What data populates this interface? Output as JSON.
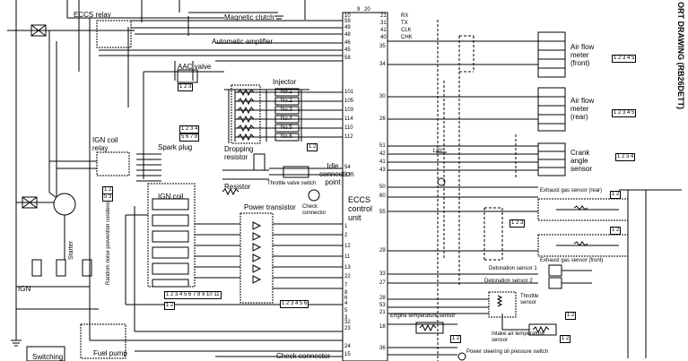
{
  "top_labels": {
    "eccs_relay": "ECCS relay",
    "magnetic_clutch": "Magnetic clutch",
    "automatic_amplifier": "Automatic amplifier",
    "aac_valve": "AAC valve",
    "injector": "Injector",
    "dropping_resistor": "Dropping resistor",
    "ign_coil_relay": "IGN coil relay",
    "spark_plug": "Spark plug",
    "ign_coil": "IGN coil",
    "resistor": "Resistor",
    "throttle_valve_switch": "Throttle valve switch",
    "check_connector": "Check connector",
    "check_connector_bottom": "Check connector",
    "power_transistor": "Power transistor",
    "starter": "Starter",
    "random_noise": "Random noise prevention condenser",
    "ign": "IGN",
    "switching": "Switching",
    "fuel_pump": "Fuel pump",
    "idle_connection_point": "Idle connection point",
    "eccs_control_unit": "ECCS control unit",
    "top_right_fragment": "ORT DRAWING (RB26DETT)"
  },
  "injectors": [
    "No.1",
    "No.2",
    "No.3",
    "No.4",
    "No.5",
    "No.6"
  ],
  "ecu_left_pins": [
    "10",
    "59",
    "49",
    "48",
    "46",
    "45",
    "58",
    "101",
    "105",
    "103",
    "114",
    "110",
    "112",
    "54",
    "57",
    "1",
    "2",
    "12",
    "11",
    "13",
    "22",
    "7",
    "8",
    "6",
    "4",
    "5",
    "3",
    "32",
    "23",
    "24",
    "15"
  ],
  "ecu_top_pins": {
    "a": "9",
    "b": "20"
  },
  "ecu_right_pins": [
    {
      "n": "21",
      "label": "RX"
    },
    {
      "n": "31",
      "label": "TX"
    },
    {
      "n": "41",
      "label": "CLK"
    },
    {
      "n": "40",
      "label": "CHK"
    }
  ],
  "ecu_right_numbers": [
    "35",
    "34",
    "30",
    "26",
    "51",
    "42",
    "41",
    "43",
    "50",
    "60",
    "55",
    "29",
    "33",
    "27",
    "28",
    "53",
    "21",
    "18",
    "36"
  ],
  "sensors": {
    "afm_front": "Air flow meter (front)",
    "afm_rear": "Air flow meter (rear)",
    "crank_angle": "Crank angle sensor",
    "exhaust_rear": "Exhaust gas sensor (rear)",
    "exhaust_front": "Exhaust gas sensor (front)",
    "det1": "Detonation sensor 1",
    "det2": "Detonation sensor 2",
    "throttle_sensor": "Throttle sensor",
    "engine_temp": "Engine temperature sensor",
    "intake_air_temp": "Intake air temperature sensor",
    "ps_switch": "Power steering oil pressure switch"
  },
  "connectors": {
    "afm": "1 2 3 4 5",
    "crank": "1 2 3 4",
    "pair": "1 2",
    "ecu_six": "1 2 3 4 5 6",
    "aac_top": "1 2 3",
    "inj_top": "1 2 3 4",
    "inj_bot": "5 6 7 8",
    "relay_top": "1 2",
    "relay_bot": "5 3",
    "big_row": "1 2 3 4 5 6 7 8 9 10 11",
    "throttle_conn": "1 2 3",
    "pt_conn": "1 2 3 4 5 6"
  },
  "annotations": {
    "angle": "120°"
  }
}
